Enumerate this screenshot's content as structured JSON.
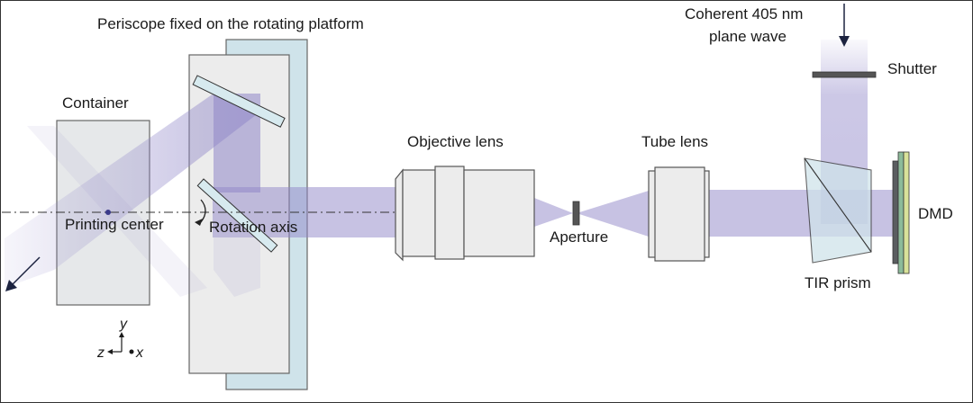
{
  "labels": {
    "periscope": "Periscope fixed on the rotating platform",
    "container": "Container",
    "printing_center": "Printing center",
    "rotation_axis": "Rotation axis",
    "objective_lens": "Objective lens",
    "aperture": "Aperture",
    "tube_lens": "Tube lens",
    "source_line1": "Coherent 405 nm",
    "source_line2": "plane wave",
    "shutter": "Shutter",
    "dmd": "DMD",
    "tir_prism": "TIR prism"
  },
  "axes": {
    "y": "y",
    "z": "z",
    "x": "x"
  },
  "colors": {
    "beam": "#8f86c8",
    "container_fill": "#e6e8ea",
    "platform_back": "#cfe3ea",
    "platform_front": "#ececec",
    "mirror_fill": "#d7eaef",
    "outline": "#555555",
    "dmd_dark": "#5a5d60",
    "dmd_green": "#8dbb9a",
    "dmd_yellow": "#d9e29a",
    "arrow": "#1c2340"
  }
}
